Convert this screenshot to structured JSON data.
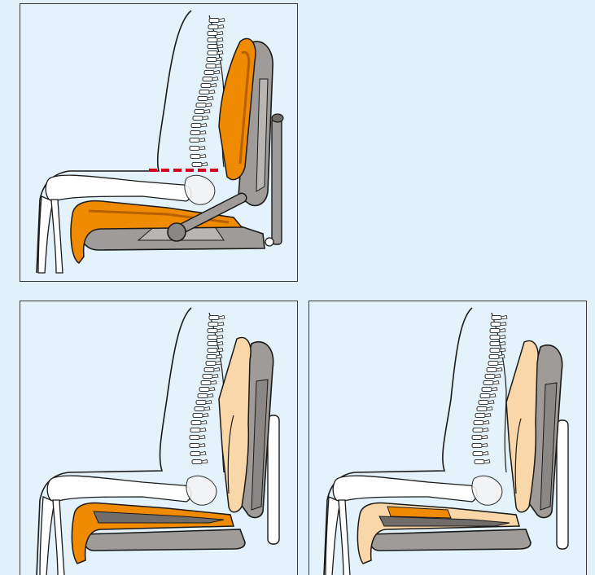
{
  "colors": {
    "background": "#e1f1fa",
    "panel_border": "#3a3a3a",
    "cushion_active": "#f08a00",
    "cushion_active_dark": "#b85f00",
    "cushion_relaxed": "#f9d7a8",
    "seat_frame": "#9e9b98",
    "seat_frame_dark": "#6f6c69",
    "bone": "#ffffff",
    "outline": "#1a1a1a",
    "alignment_line": "#d6001c"
  },
  "panels": [
    {
      "id": "top",
      "seat_state": "full-contact",
      "alignment_line": true
    },
    {
      "id": "bottom-left",
      "seat_state": "back-cushion-relaxed",
      "alignment_line": false
    },
    {
      "id": "bottom-right",
      "seat_state": "all-cushions-relaxed",
      "alignment_line": false
    }
  ]
}
